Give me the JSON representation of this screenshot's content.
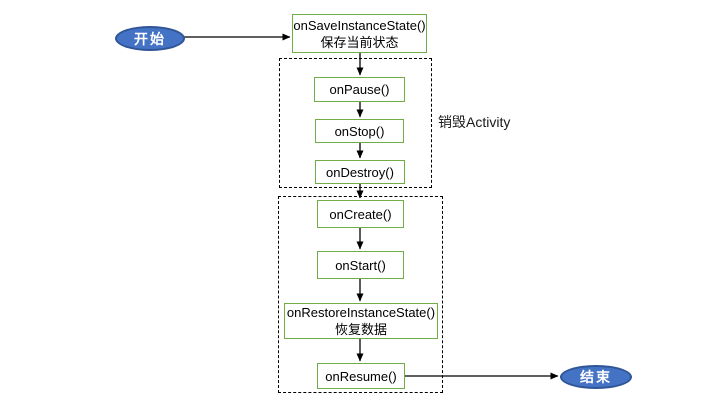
{
  "diagram": {
    "colors": {
      "terminal_fill": "#4472C4",
      "terminal_border": "#2F5597",
      "terminal_text": "#ffffff",
      "process_border": "#70AD47",
      "process_text": "#000000",
      "group_border": "#000000",
      "arrow": "#000000",
      "background": "#ffffff"
    },
    "nodes": {
      "start": {
        "label": "开始"
      },
      "save_state": {
        "line1": "onSaveInstanceState()",
        "line2": "保存当前状态"
      },
      "pause": {
        "label": "onPause()"
      },
      "stop": {
        "label": "onStop()"
      },
      "destroy": {
        "label": "onDestroy()"
      },
      "create": {
        "label": "onCreate()"
      },
      "start_activity": {
        "label": "onStart()"
      },
      "restore_state": {
        "line1": "onRestoreInstanceState()",
        "line2": "恢复数据"
      },
      "resume": {
        "label": "onResume()"
      },
      "end": {
        "label": "结束"
      }
    },
    "group_labels": {
      "destroy_activity": "销毁Activity"
    }
  }
}
